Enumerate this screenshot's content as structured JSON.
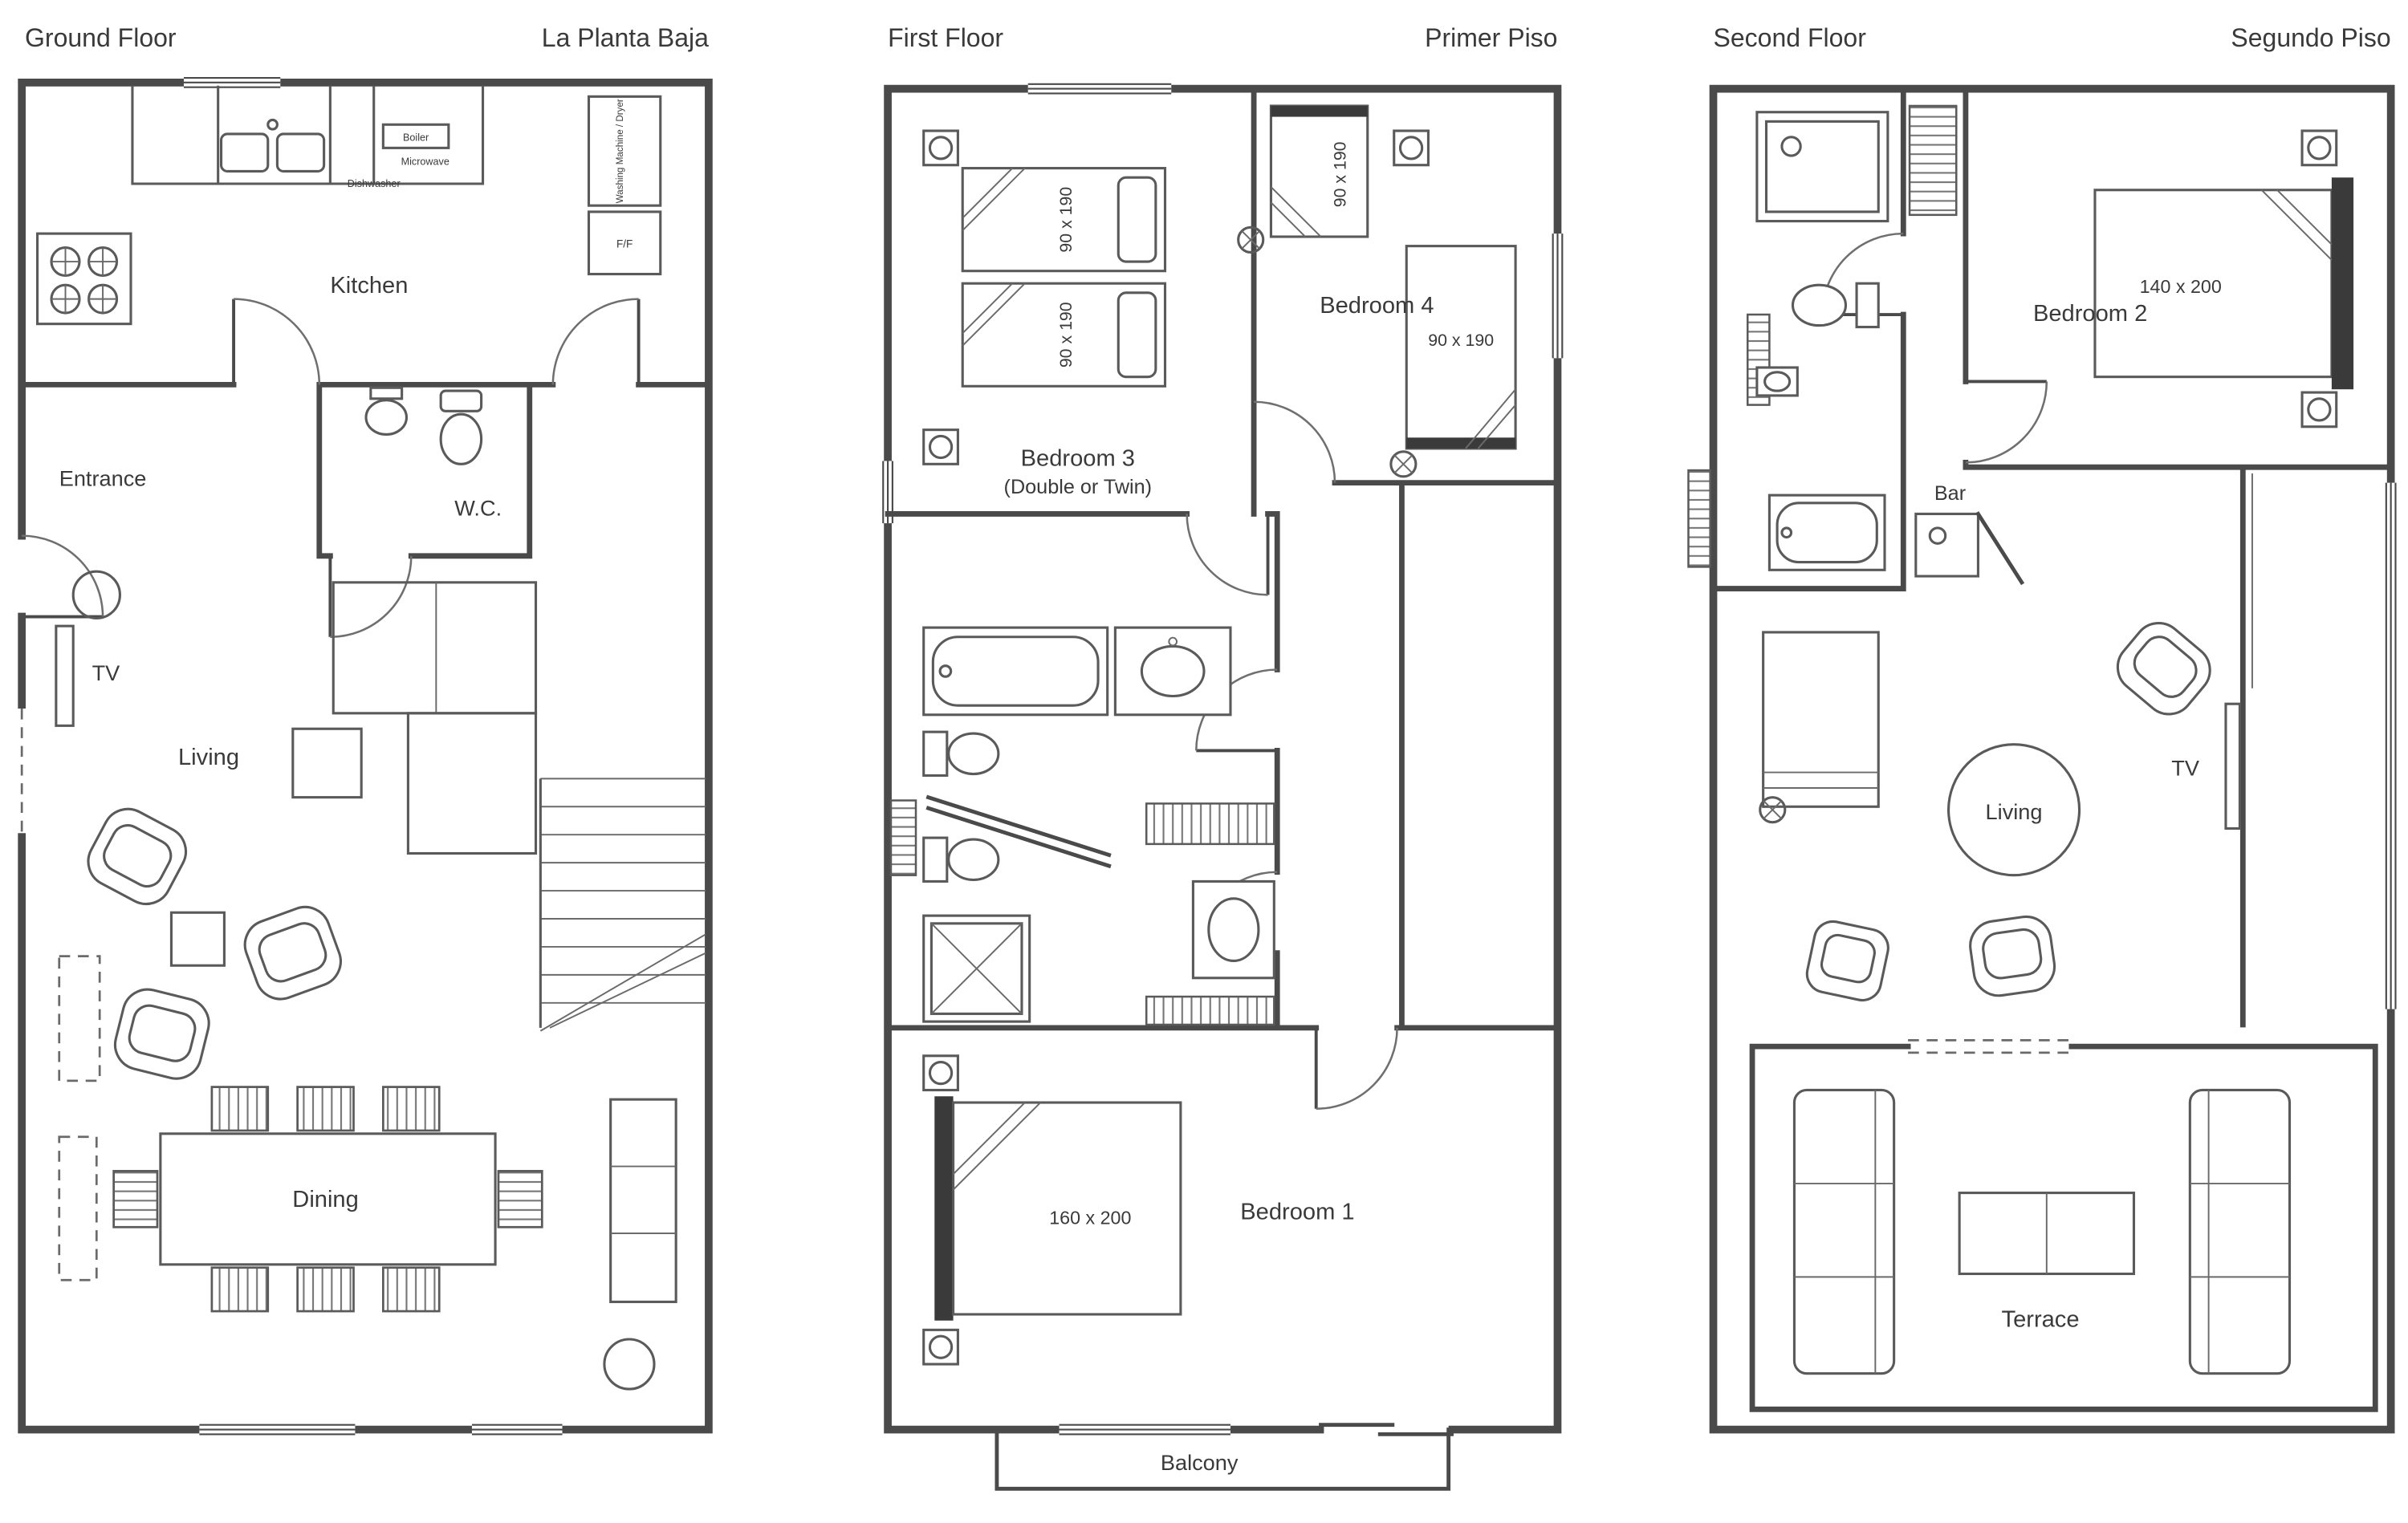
{
  "colors": {
    "walls": "#4a4a4a",
    "furniture": "#5a5a5a",
    "text": "#3a3a3a",
    "background": "#ffffff"
  },
  "ground_floor": {
    "title": "Ground Floor",
    "title_es": "La Planta Baja",
    "rooms": {
      "kitchen": "Kitchen",
      "entrance": "Entrance",
      "wc": "W.C.",
      "living": "Living",
      "dining": "Dining",
      "tv": "TV"
    },
    "appliances": {
      "boiler": "Boiler",
      "microwave": "Microwave",
      "dishwasher": "Dishwasher",
      "washing_machine": "Washing Machine / Dryer",
      "fridge_freezer": "F/F"
    }
  },
  "first_floor": {
    "title": "First Floor",
    "title_es": "Primer Piso",
    "rooms": {
      "bedroom3": "Bedroom 3",
      "bedroom3_note": "(Double or Twin)",
      "bedroom4": "Bedroom 4",
      "bedroom1": "Bedroom 1",
      "balcony": "Balcony"
    },
    "bed_sizes": {
      "bedroom3_bed_a": "90 x 190",
      "bedroom3_bed_b": "90 x 190",
      "bedroom4_bed_a": "90 x 190",
      "bedroom4_bed_b": "90 x 190",
      "bedroom1_bed": "160 x 200"
    }
  },
  "second_floor": {
    "title": "Second Floor",
    "title_es": "Segundo Piso",
    "rooms": {
      "bedroom2": "Bedroom 2",
      "bar": "Bar",
      "living": "Living",
      "tv": "TV",
      "terrace": "Terrace"
    },
    "bed_sizes": {
      "bedroom2_bed": "140 x 200"
    }
  }
}
